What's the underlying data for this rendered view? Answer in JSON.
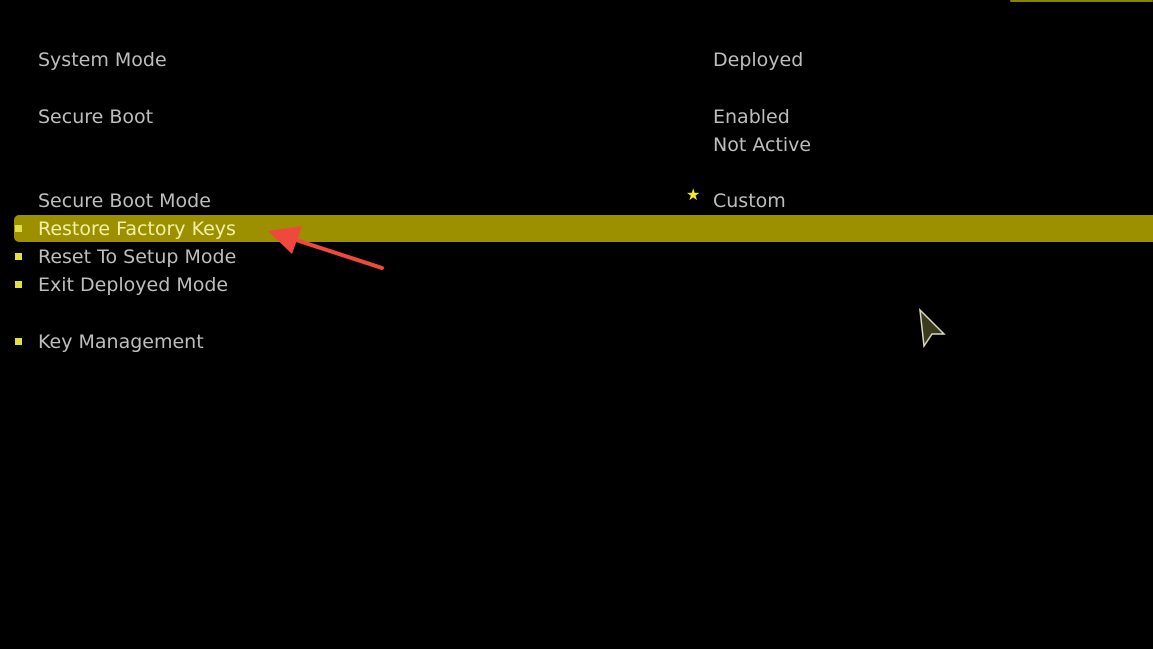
{
  "settings": [
    {
      "label": "System Mode",
      "value": "Deployed"
    },
    {
      "label": "Secure Boot",
      "value": "Enabled",
      "value2": "Not Active"
    },
    {
      "label": "Secure Boot Mode",
      "value": "Custom"
    }
  ],
  "actions": [
    {
      "label": "Restore Factory Keys",
      "selected": true
    },
    {
      "label": "Reset To Setup Mode"
    },
    {
      "label": "Exit Deployed Mode"
    },
    {
      "label": "Key Management"
    }
  ],
  "colors": {
    "highlight": "#9c9000",
    "bullet": "#e2e040",
    "annotation_arrow": "#f0483c"
  }
}
